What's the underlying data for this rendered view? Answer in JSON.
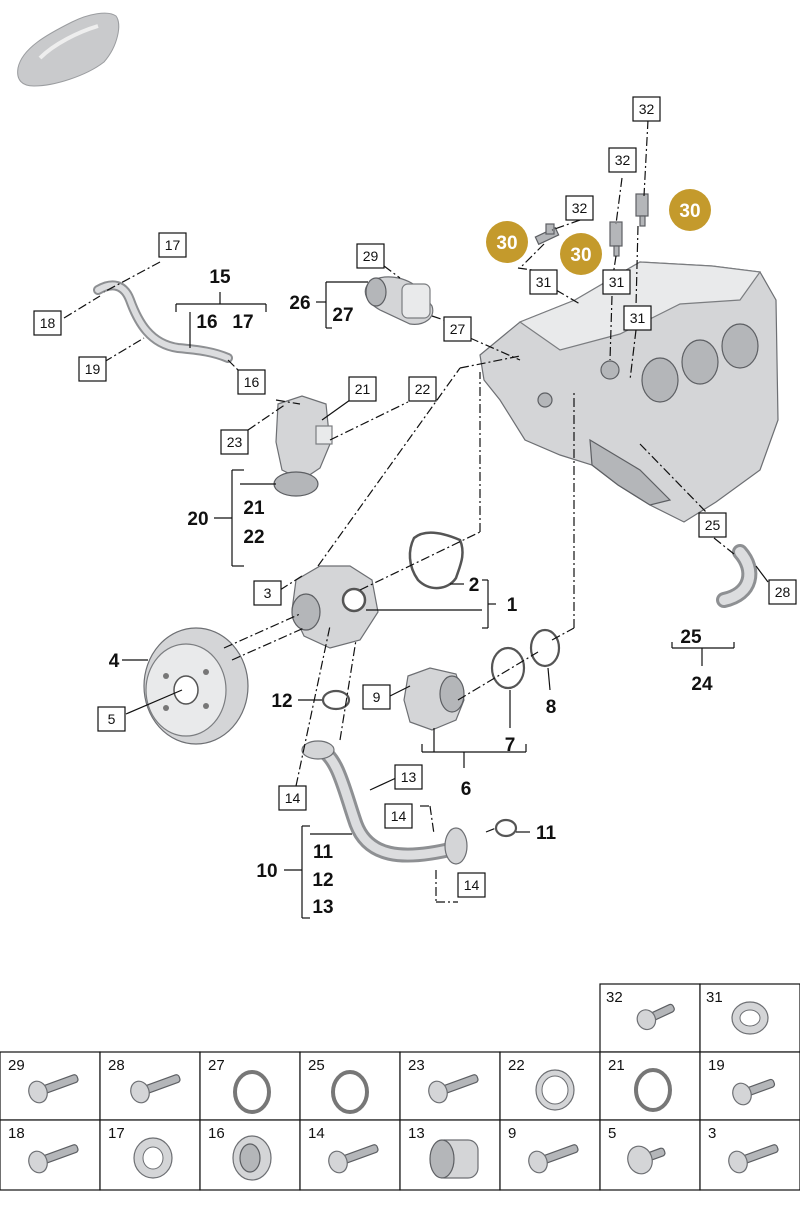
{
  "callouts": {
    "l1": "1",
    "l2": "2",
    "l3": "3",
    "l4": "4",
    "l5": "5",
    "l6": "6",
    "l7": "7",
    "l8": "8",
    "l9": "9",
    "l10": "10",
    "l11a": "11",
    "l11b": "11",
    "l12a": "12",
    "l12b": "12",
    "l13a": "13",
    "l13b": "13",
    "l14a": "14",
    "l14b": "14",
    "l14c": "14",
    "l15": "15",
    "l16a": "16",
    "l16b": "16",
    "l17a": "17",
    "l17b": "17",
    "l18": "18",
    "l19": "19",
    "l20": "20",
    "l21a": "21",
    "l21b": "21",
    "l22a": "22",
    "l22b": "22",
    "l23": "23",
    "l24": "24",
    "l25a": "25",
    "l25b": "25",
    "l26": "26",
    "l27a": "27",
    "l27b": "27",
    "l28": "28",
    "l29": "29",
    "l30a": "30",
    "l30b": "30",
    "l30c": "30",
    "l31a": "31",
    "l31b": "31",
    "l31c": "31",
    "l32a": "32",
    "l32b": "32",
    "l32c": "32"
  },
  "parts_grid": {
    "top_row": [
      {
        "num": "32",
        "icon": "bolt-icon"
      },
      {
        "num": "31",
        "icon": "seal-ring-icon"
      }
    ],
    "middle_row": [
      {
        "num": "29",
        "icon": "bolt-icon"
      },
      {
        "num": "28",
        "icon": "bolt-icon"
      },
      {
        "num": "27",
        "icon": "o-ring-icon"
      },
      {
        "num": "25",
        "icon": "o-ring-icon"
      },
      {
        "num": "23",
        "icon": "bolt-icon"
      },
      {
        "num": "22",
        "icon": "flat-ring-icon"
      },
      {
        "num": "21",
        "icon": "o-ring-icon"
      },
      {
        "num": "19",
        "icon": "bolt-icon"
      }
    ],
    "bottom_row": [
      {
        "num": "18",
        "icon": "bolt-icon"
      },
      {
        "num": "17",
        "icon": "seal-ring-icon"
      },
      {
        "num": "16",
        "icon": "bushing-icon"
      },
      {
        "num": "14",
        "icon": "bolt-icon"
      },
      {
        "num": "13",
        "icon": "sleeve-icon"
      },
      {
        "num": "9",
        "icon": "bolt-icon"
      },
      {
        "num": "5",
        "icon": "pan-head-screw-icon"
      },
      {
        "num": "3",
        "icon": "bolt-icon"
      }
    ]
  },
  "colors": {
    "badge_gold": "#c49a2c",
    "line": "#111111",
    "part_grey": "#d4d5d7"
  }
}
